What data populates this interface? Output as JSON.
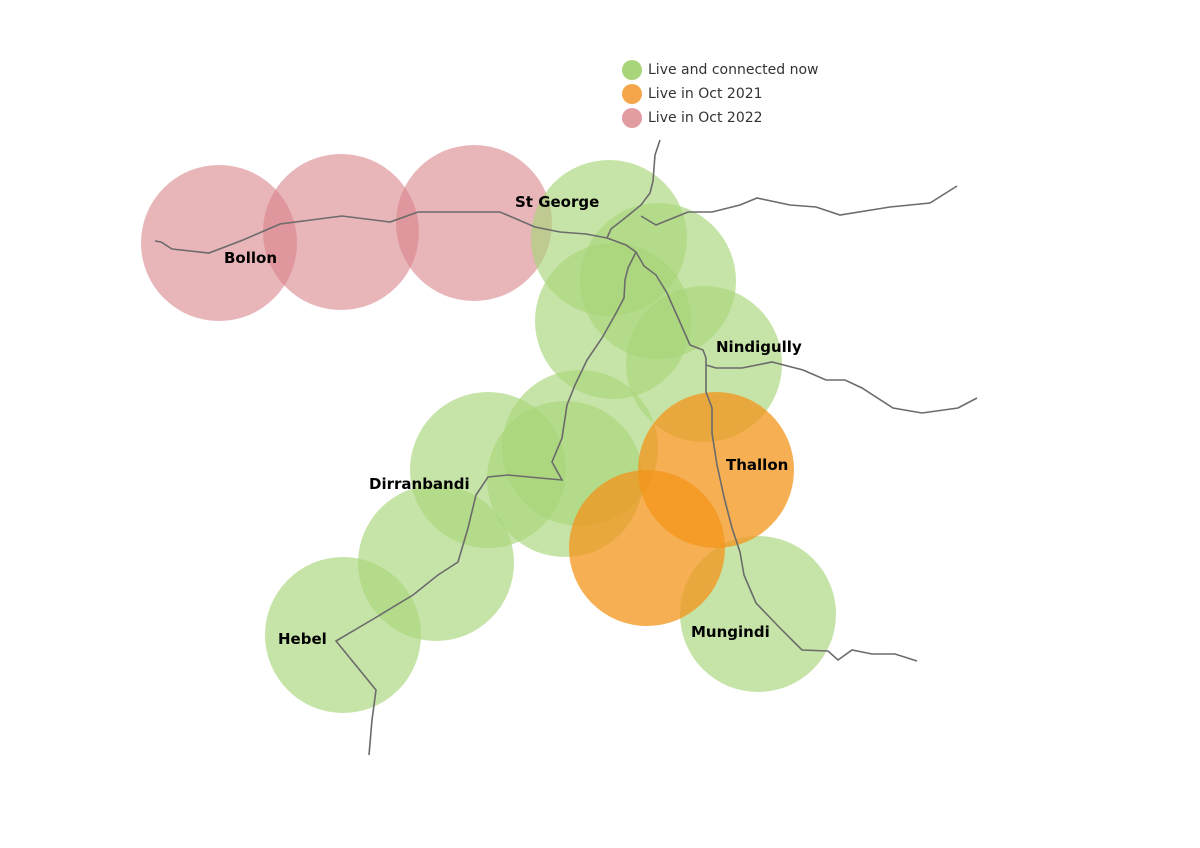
{
  "colors": {
    "live_now": "#a9d57a",
    "live_2021": "#f39419",
    "live_2022": "#d9838b",
    "road": "#6b6b6b"
  },
  "legend": [
    {
      "key": "live_now",
      "label": "Live and connected now"
    },
    {
      "key": "live_2021",
      "label": "Live in Oct 2021"
    },
    {
      "key": "live_2022",
      "label": "Live in Oct 2022"
    }
  ],
  "towns": {
    "st_george": "St George",
    "bollon": "Bollon",
    "nindigully": "Nindigully",
    "thallon": "Thallon",
    "dirranbandi": "Dirranbandi",
    "hebel": "Hebel",
    "mungindi": "Mungindi"
  }
}
